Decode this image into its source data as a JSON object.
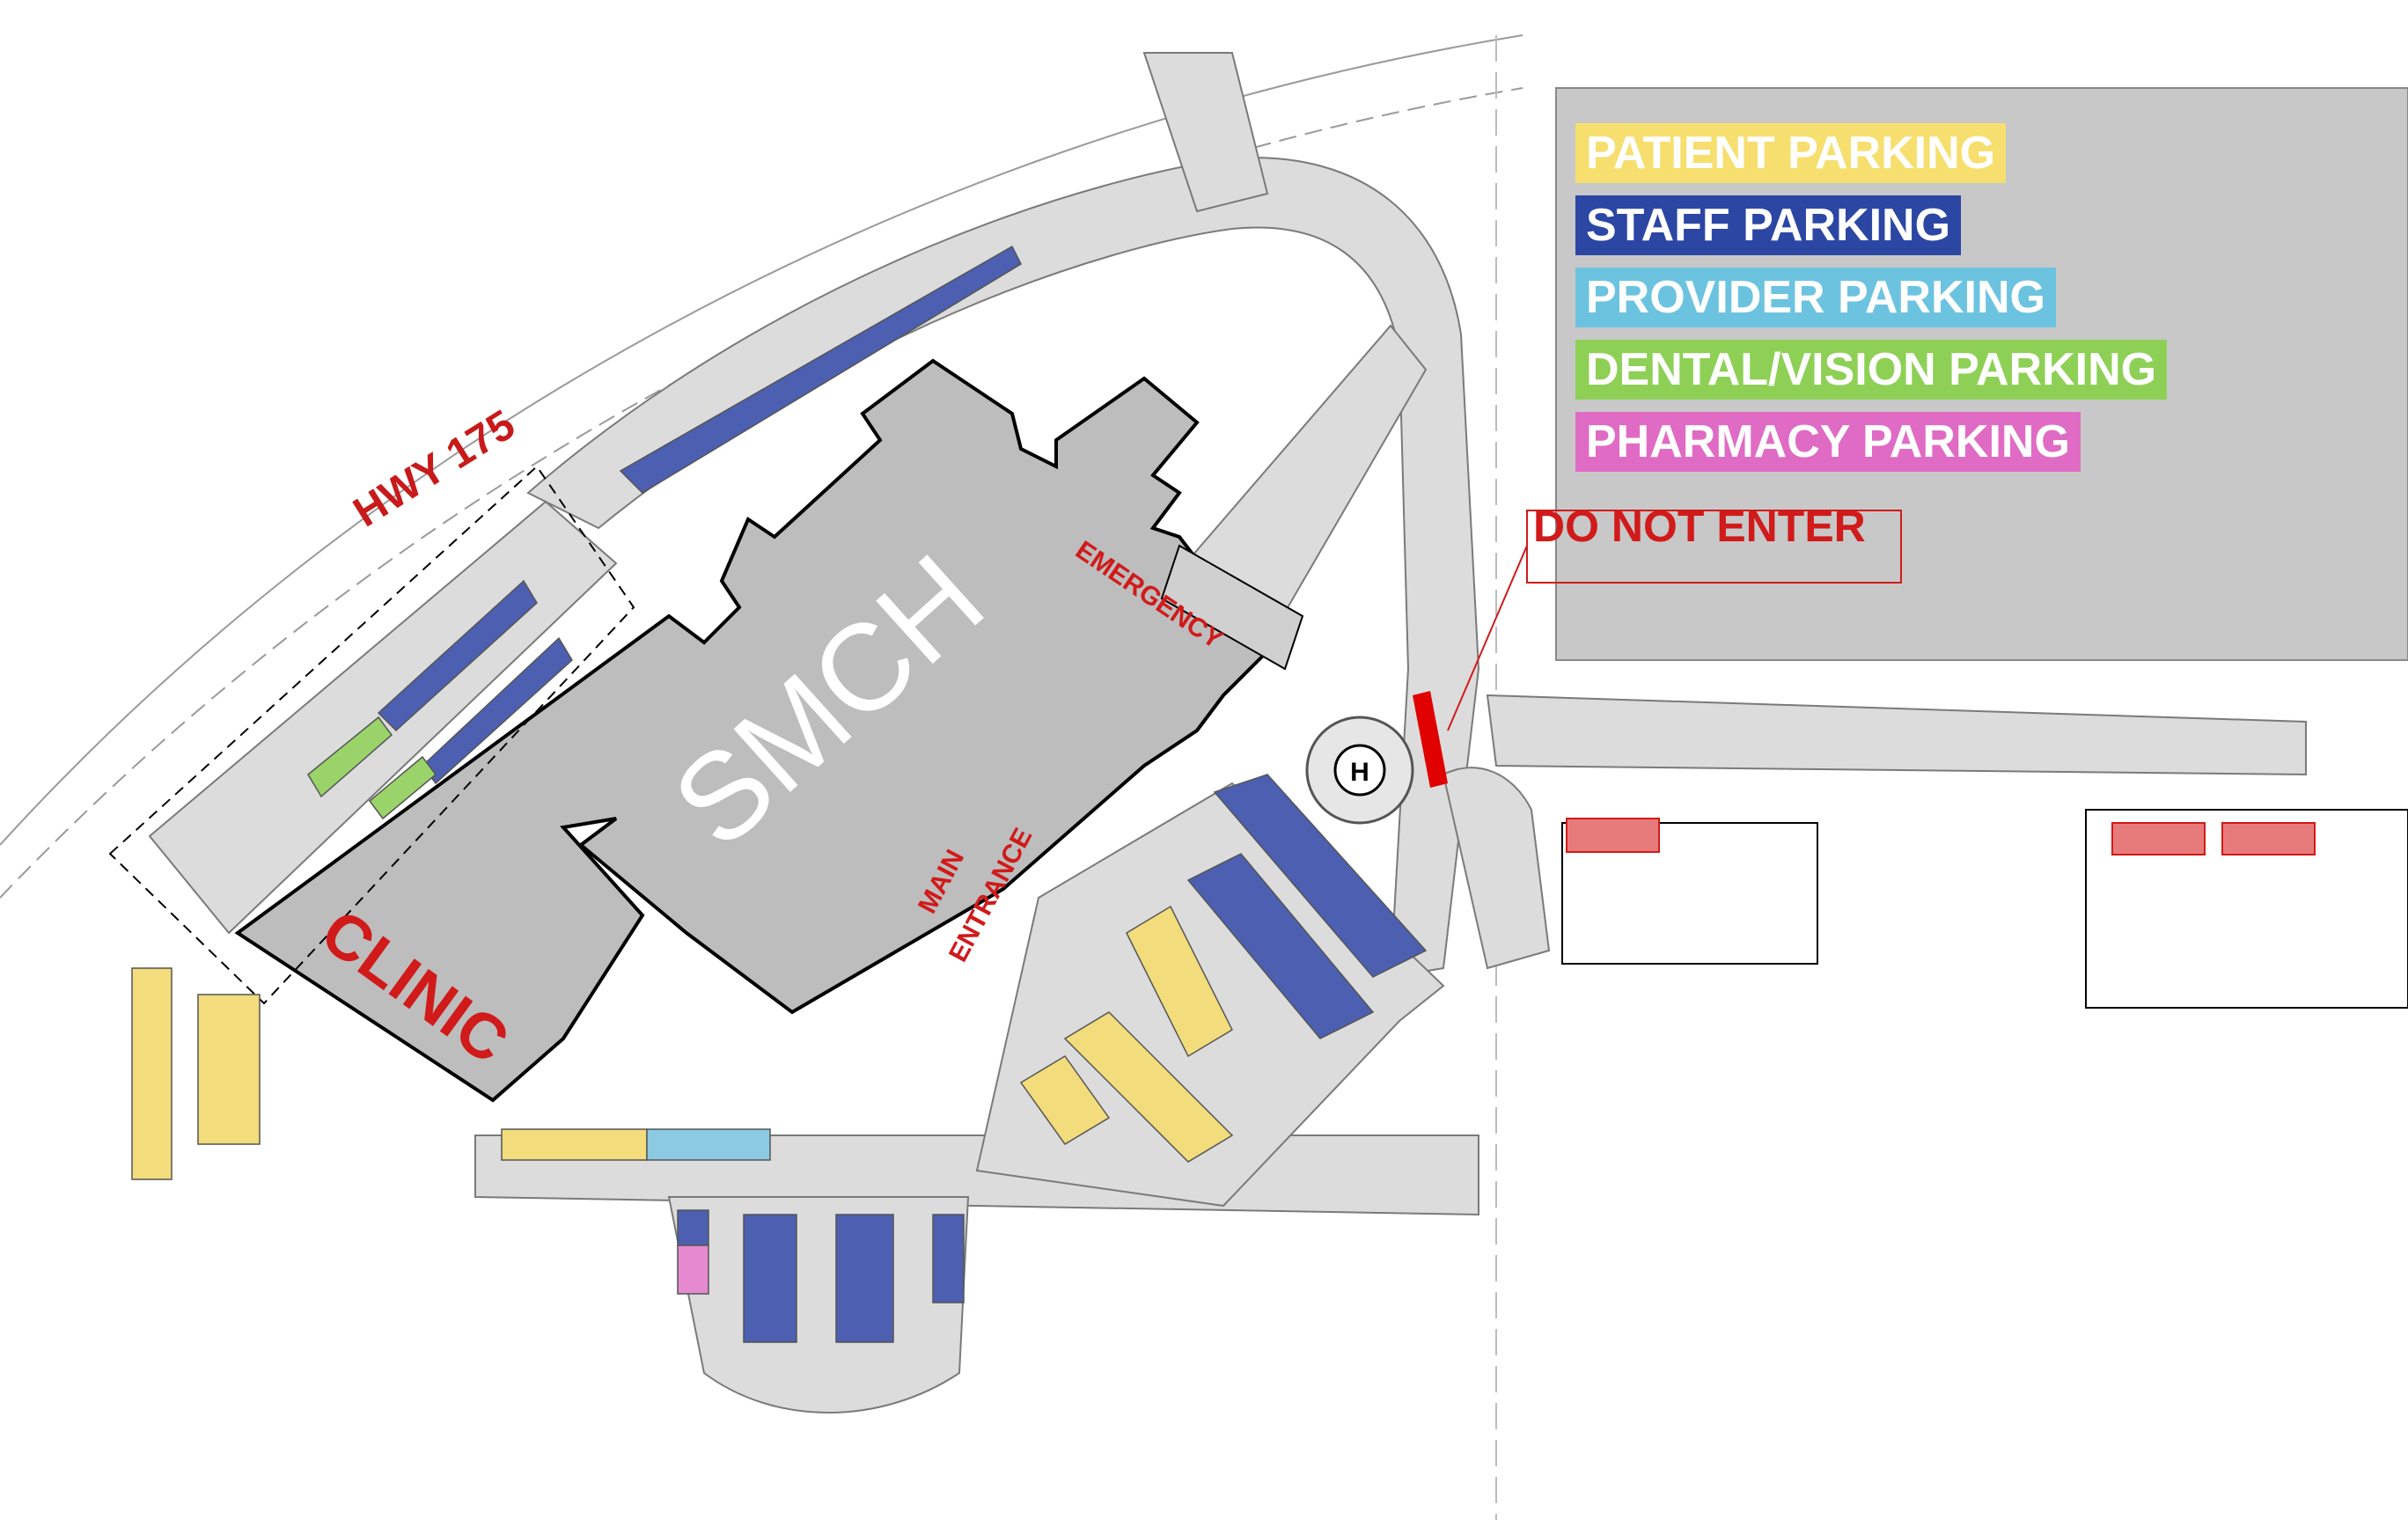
{
  "map": {
    "building_label": "SMCH",
    "clinic_label": "CLINIC",
    "emergency_label": "EMERGENCY",
    "main_entrance_label_line1": "MAIN",
    "main_entrance_label_line2": "ENTRANCE",
    "highway_label": "HWY 175",
    "do_not_enter_label": "DO NOT ENTER",
    "helipad_label": "H"
  },
  "legend": {
    "items": [
      {
        "label": "PATIENT PARKING",
        "color": "#f7df6f"
      },
      {
        "label": "STAFF PARKING",
        "color": "#2b46a3"
      },
      {
        "label": "PROVIDER PARKING",
        "color": "#6cc3e0"
      },
      {
        "label": "DENTAL/VISION PARKING",
        "color": "#8ed056"
      },
      {
        "label": "PHARMACY PARKING",
        "color": "#e06bc4"
      }
    ]
  },
  "colors": {
    "legend_panel": "#c8c8c8",
    "building": "#bdbdbd",
    "pavement": "#dcdcdc",
    "label_red": "#d11a1a",
    "patient": "#f2dc7c",
    "staff": "#4c5fb0",
    "provider": "#8cc9e3",
    "dental": "#9ad36a",
    "pharmacy": "#e58ad0",
    "no_entry": "#e00000",
    "neighbor_marker": "#e77b7b"
  }
}
